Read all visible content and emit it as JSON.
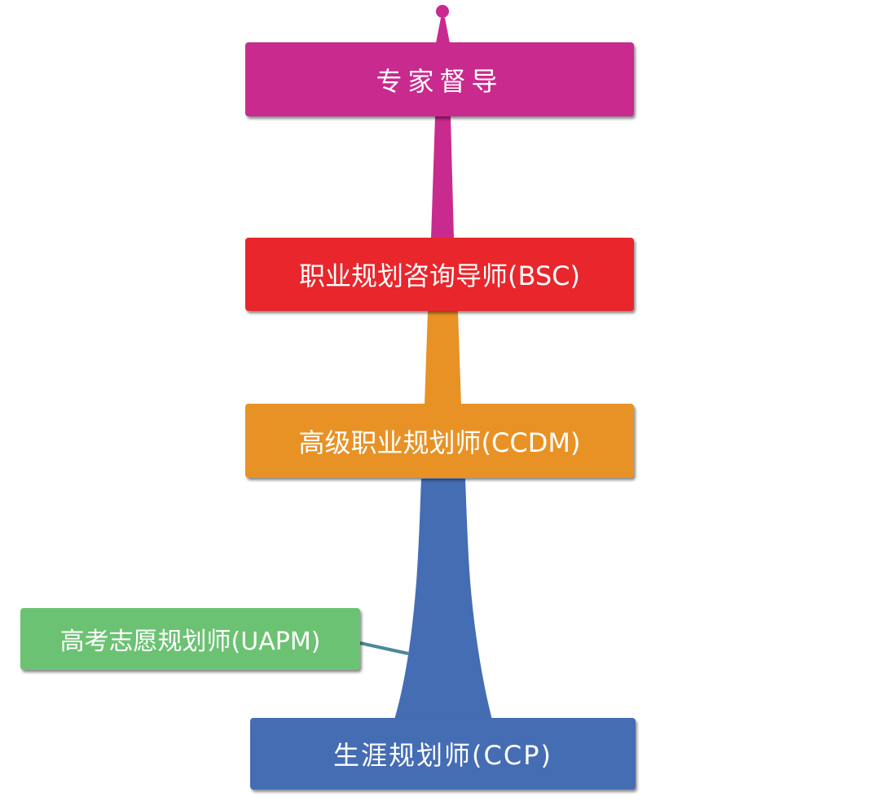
{
  "diagram": {
    "nodes": [
      {
        "id": "expert-supervisor",
        "label": "专家督导",
        "color": "#c92a8e"
      },
      {
        "id": "bsc",
        "label": "职业规划咨询导师(BSC)",
        "color": "#e8262b"
      },
      {
        "id": "ccdm",
        "label": "高级职业规划师(CCDM)",
        "color": "#e89226"
      },
      {
        "id": "uapm",
        "label": "高考志愿规划师(UAPM)",
        "color": "#6cc273"
      },
      {
        "id": "ccp",
        "label": "生涯规划师(CCP)",
        "color": "#456db4"
      }
    ],
    "edges": [
      {
        "from": "ccp",
        "to": "ccdm",
        "color": "#456db4"
      },
      {
        "from": "ccdm",
        "to": "bsc",
        "color": "#e89226"
      },
      {
        "from": "bsc",
        "to": "expert-supervisor",
        "color": "#c92a8e"
      },
      {
        "from": "expert-supervisor",
        "to": "top",
        "color": "#c92a8e"
      },
      {
        "from": "uapm",
        "to": "ccp",
        "color": "#4a8a9a"
      }
    ]
  }
}
